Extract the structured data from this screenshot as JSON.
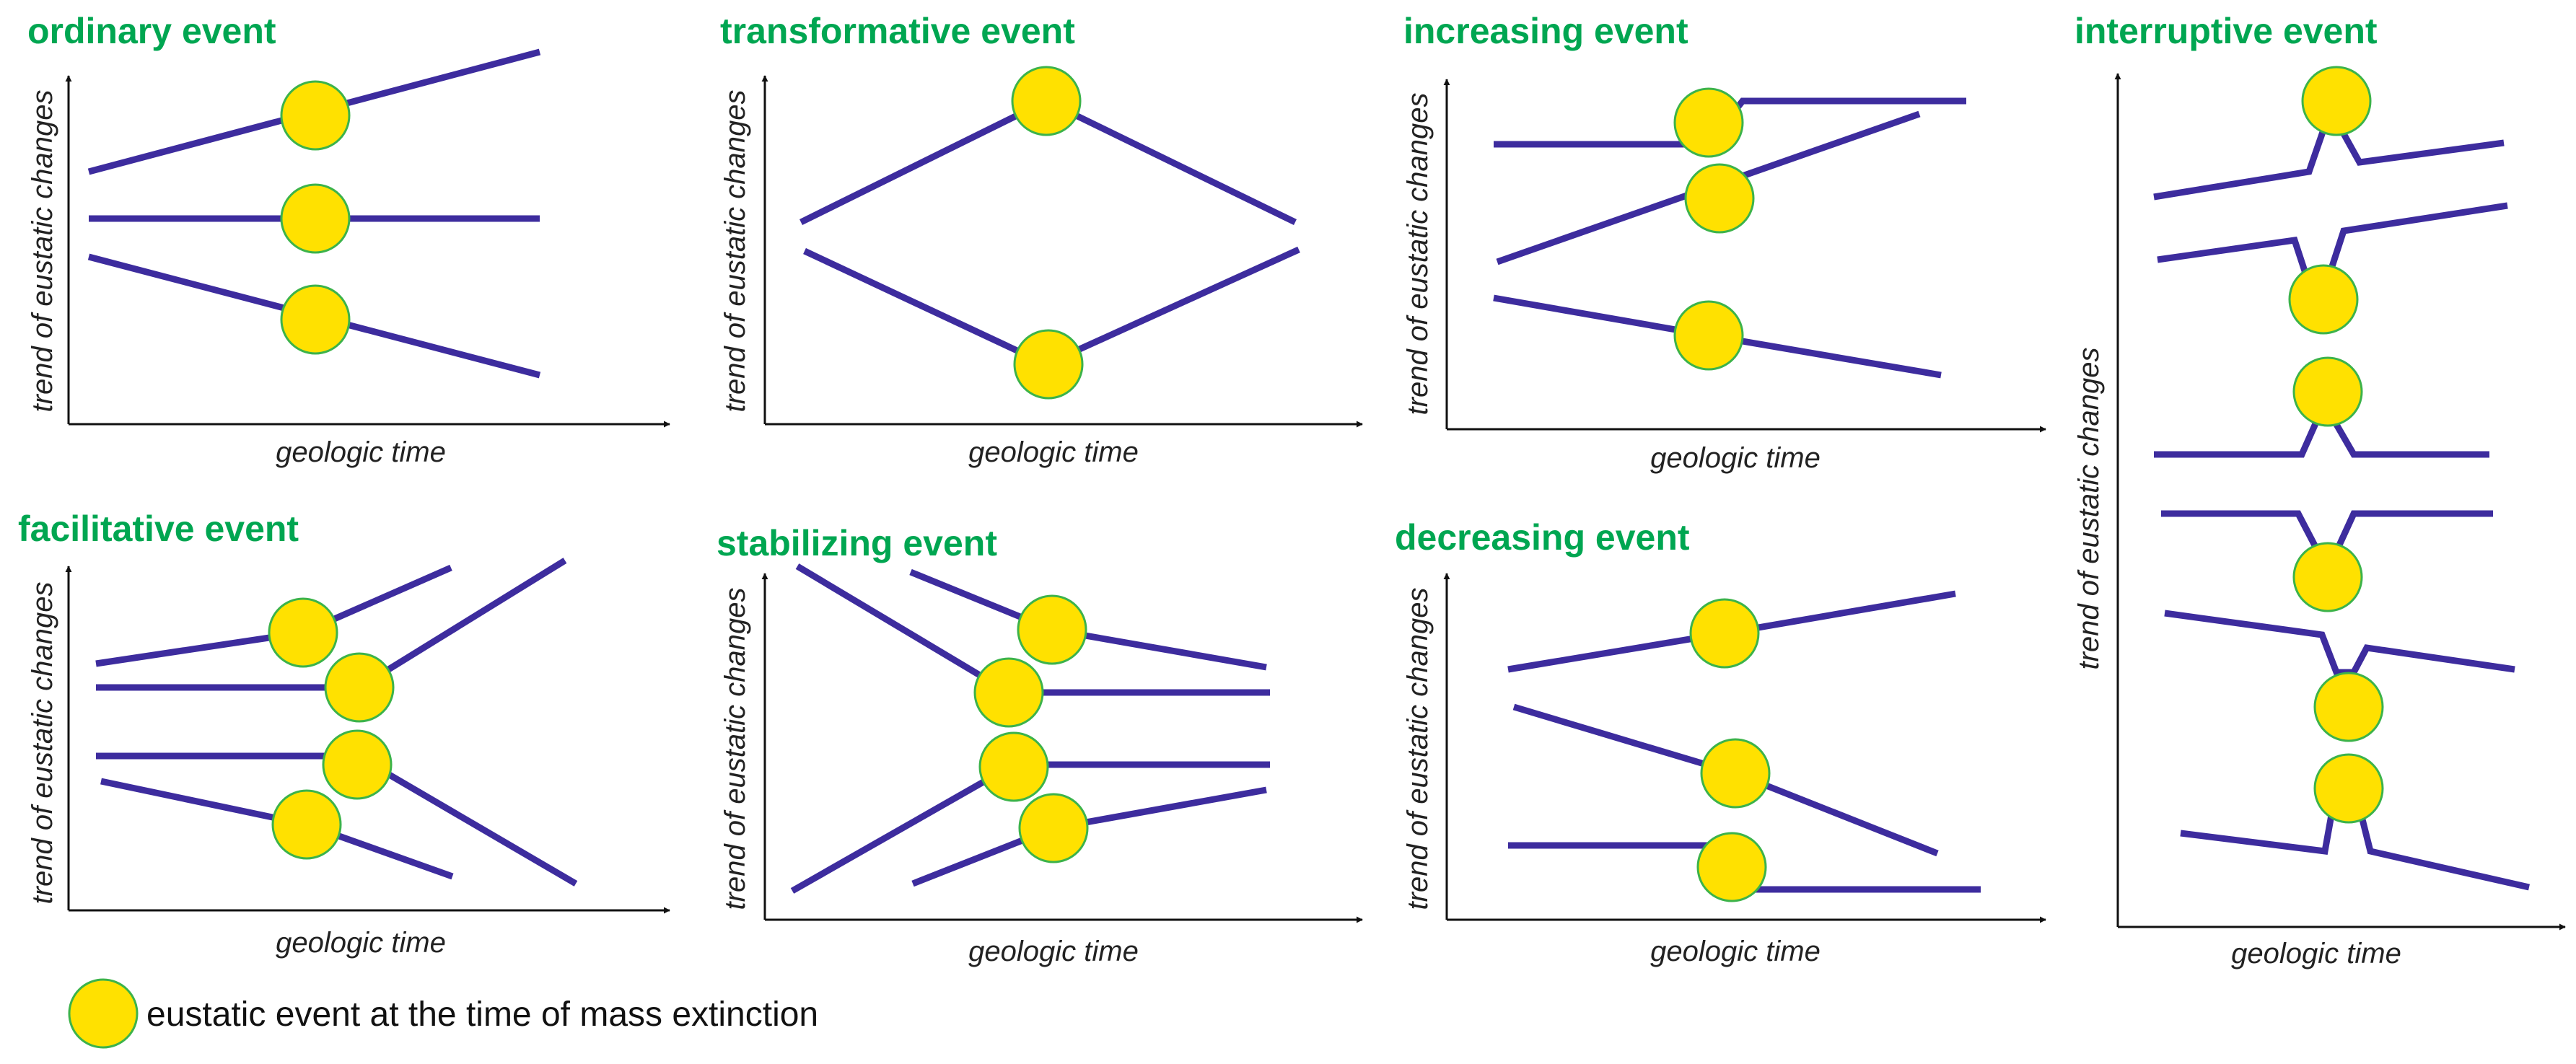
{
  "colors": {
    "title": "#00a651",
    "line": "#3d2c9e",
    "circle_fill": "#ffe100",
    "circle_stroke": "#3cb34a",
    "axis": "#111111"
  },
  "axis_labels": {
    "x": "geologic time",
    "y": "trend of eustatic changes"
  },
  "panels": [
    {
      "id": "ordinary",
      "title": "ordinary event"
    },
    {
      "id": "transformative",
      "title": "transformative event"
    },
    {
      "id": "increasing",
      "title": "increasing event"
    },
    {
      "id": "interruptive",
      "title": "interruptive event"
    },
    {
      "id": "facilitative",
      "title": "facilitative event"
    },
    {
      "id": "stabilizing",
      "title": "stabilizing event"
    },
    {
      "id": "decreasing",
      "title": "decreasing event"
    }
  ],
  "legend": {
    "icon": "yellow-circle-icon",
    "text": "eustatic event at the time of mass extinction"
  }
}
